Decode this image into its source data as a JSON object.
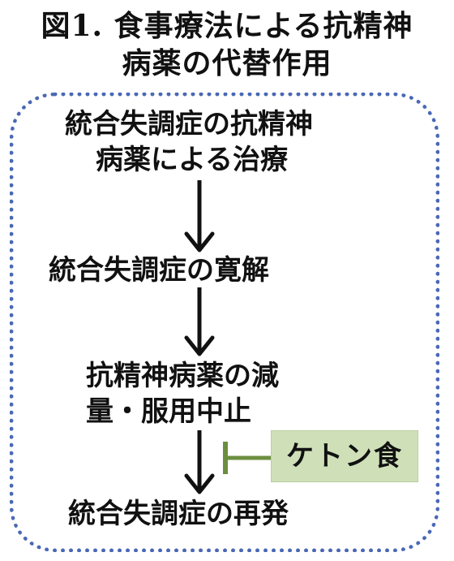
{
  "title": {
    "line1": "図1. 食事療法による抗精神",
    "line2": "病薬の代替作用"
  },
  "flow": {
    "step1": {
      "line1": "統合失調症の抗精神",
      "line2": "病薬による治療"
    },
    "step2": "統合失調症の寛解",
    "step3": {
      "line1": "抗精神病薬の減",
      "line2": "量・服用中止"
    },
    "step4": "統合失調症の再発"
  },
  "intervention": {
    "label": "ケトン食",
    "fill_color": "#cfe0b9",
    "inhibit_color": "#6c8f3f"
  },
  "colors": {
    "frame_border": "#4a68b6",
    "text": "#111111"
  }
}
